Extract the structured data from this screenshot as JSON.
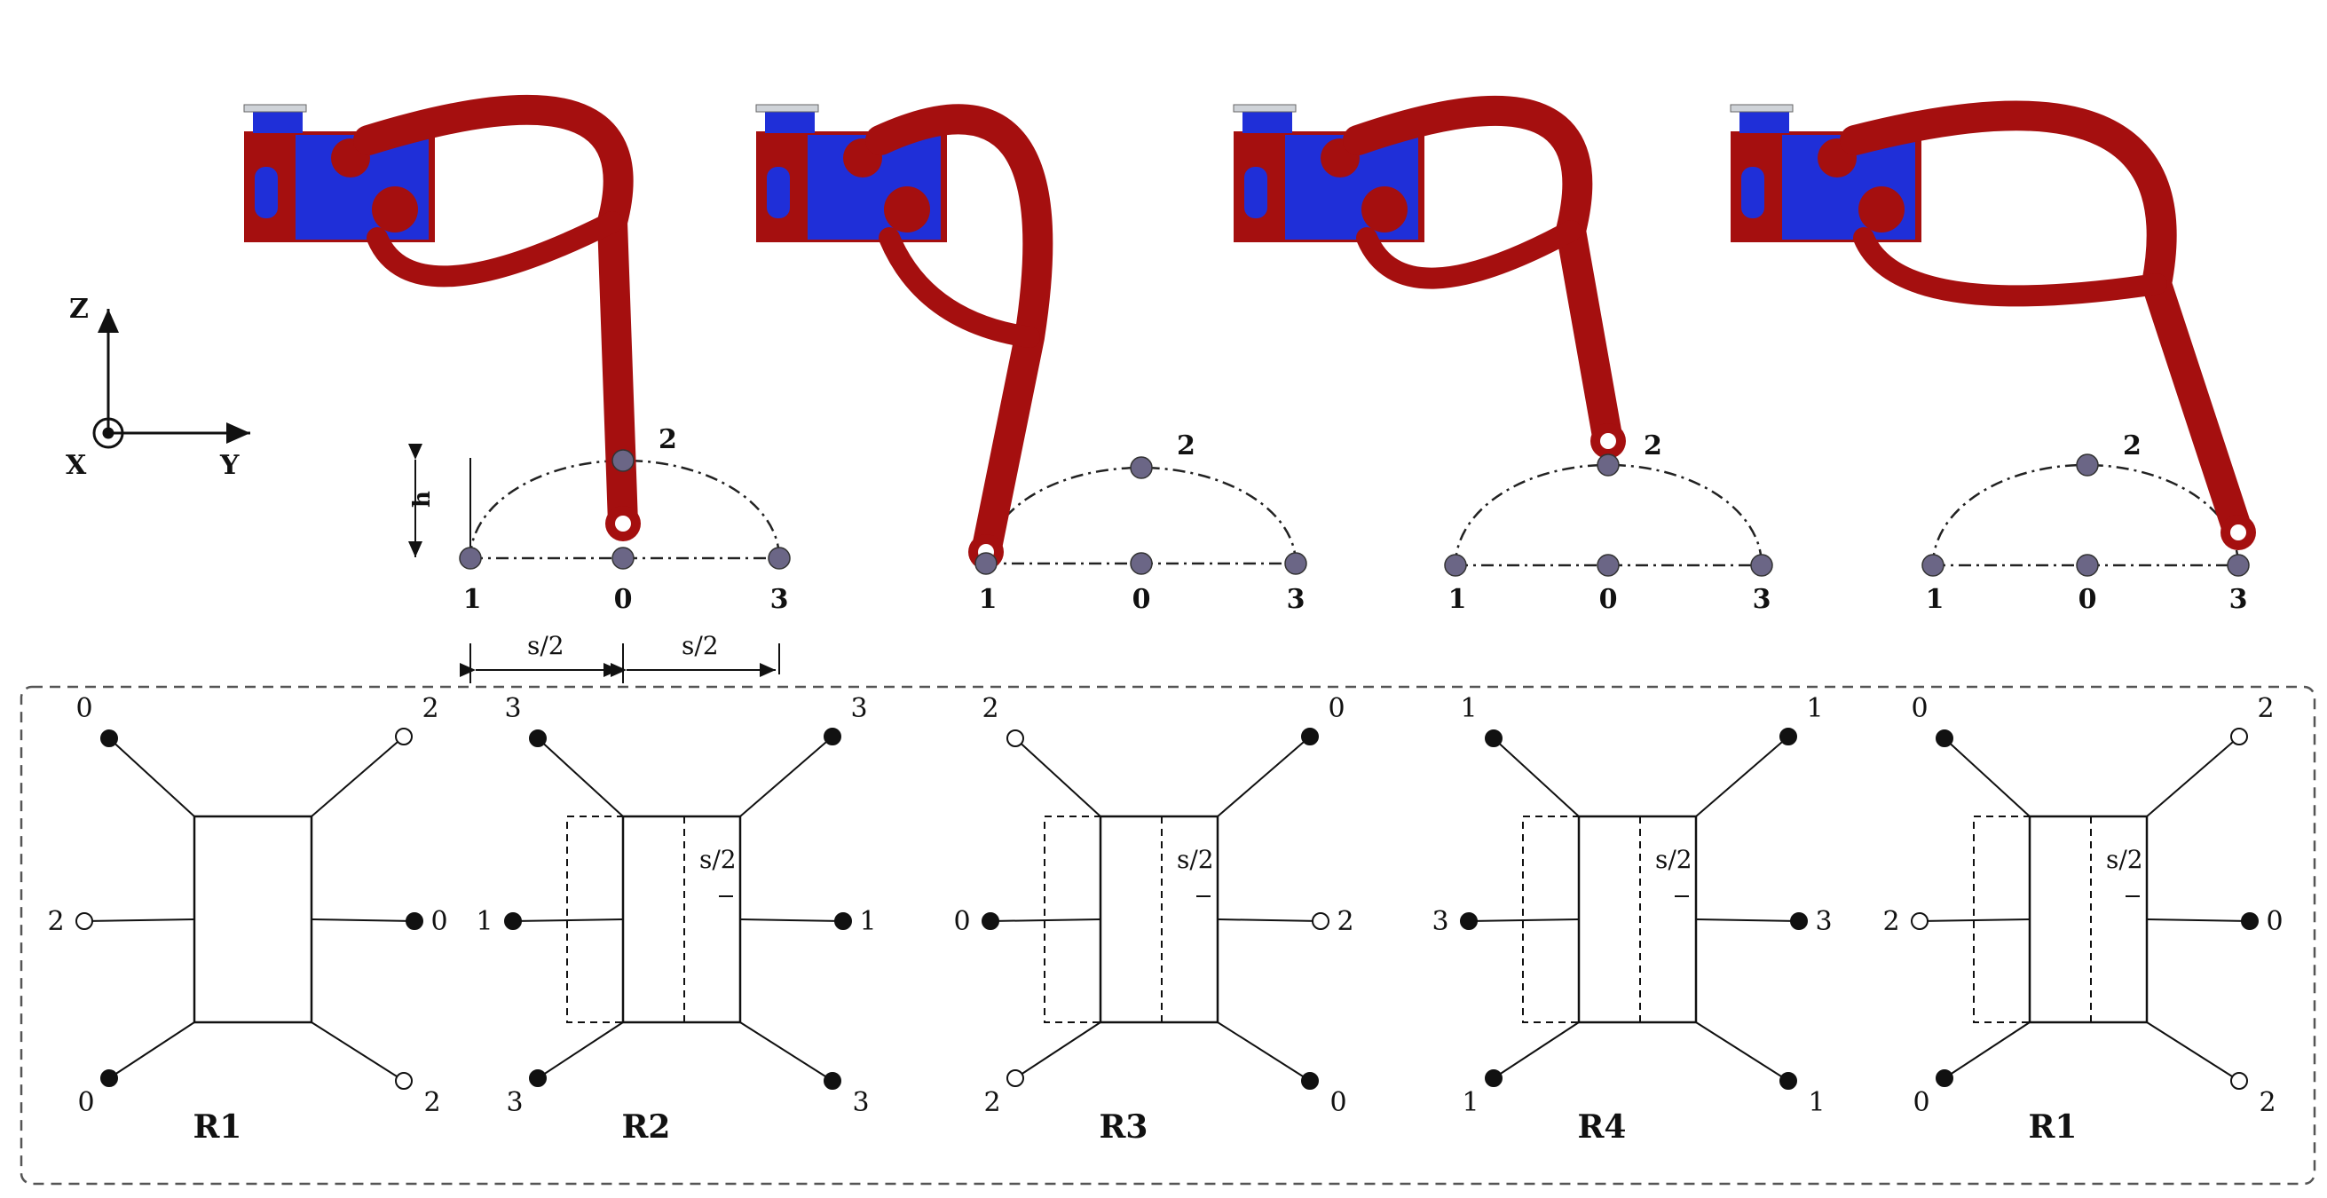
{
  "axes": {
    "z": "Z",
    "x": "X",
    "y": "Y"
  },
  "dimensions": {
    "h": "h",
    "s_half_left": "s/2",
    "s_half_right": "s/2"
  },
  "colors": {
    "link": "#a50f0f",
    "servo_body": "#1f2fd8",
    "foot_point": "#6b6686",
    "arc_line": "#222222",
    "wheel": "#ffffff"
  },
  "leg_panels": [
    {
      "points": [
        "1",
        "0",
        "3",
        "2"
      ]
    },
    {
      "points": [
        "1",
        "0",
        "3",
        "2"
      ]
    },
    {
      "points": [
        "1",
        "0",
        "3",
        "2"
      ]
    },
    {
      "points": [
        "1",
        "0",
        "3",
        "2"
      ]
    }
  ],
  "phase_diagrams": [
    {
      "name": "R1",
      "tl": "0",
      "tr": "2",
      "ml": "2",
      "mr": "0",
      "bl": "0",
      "br": "2",
      "shift": ""
    },
    {
      "name": "R2",
      "tl": "3",
      "tr": "3",
      "ml": "1",
      "mr": "1",
      "bl": "3",
      "br": "3",
      "shift": "s/2"
    },
    {
      "name": "R3",
      "tl": "2",
      "tr": "0",
      "ml": "0",
      "mr": "2",
      "bl": "2",
      "br": "0",
      "shift": "s/2"
    },
    {
      "name": "R4",
      "tl": "1",
      "tr": "1",
      "ml": "3",
      "mr": "3",
      "bl": "1",
      "br": "1",
      "shift": "s/2"
    },
    {
      "name": "R1",
      "tl": "0",
      "tr": "2",
      "ml": "2",
      "mr": "0",
      "bl": "0",
      "br": "2",
      "shift": "s/2"
    }
  ]
}
